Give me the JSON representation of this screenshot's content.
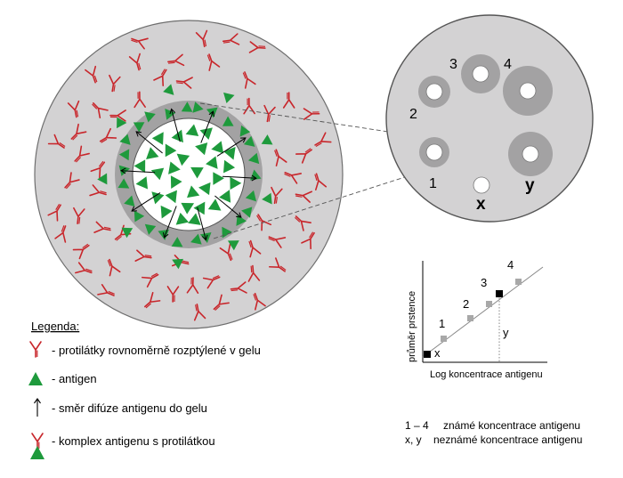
{
  "legend": {
    "title": "Legenda:",
    "items": [
      {
        "icon": "antibody-icon",
        "text": "protilátky rovnoměrně rozptýlené v gelu"
      },
      {
        "icon": "antigen-triangle-icon",
        "text": "antigen"
      },
      {
        "icon": "diffusion-arrow-icon",
        "text": "směr difúze antigenu do gelu"
      },
      {
        "icon": "antigen-antibody-complex-icon",
        "text": "komplex antigenu s protilátkou"
      }
    ]
  },
  "plate": {
    "well_labels": [
      "1",
      "2",
      "3",
      "4"
    ],
    "unknown_labels": [
      "x",
      "y"
    ]
  },
  "graph": {
    "xlabel": "Log koncentrace antigenu",
    "ylabel": "průměr prstence",
    "point_labels": [
      "1",
      "2",
      "3",
      "4"
    ],
    "unknown_labels": [
      "x",
      "y"
    ]
  },
  "footnote": {
    "known_key": "1 – 4",
    "known_text": "známé koncentrace antigenu",
    "unknown_key": "x, y",
    "unknown_text": "neznámé koncentrace antigenu"
  },
  "colors": {
    "antibody": "#c8262b",
    "antigen": "#1e9a3c",
    "gel": "#d3d2d3",
    "precipitate_ring": "#a3a2a3",
    "graph_known_point": "#a8a8a8",
    "graph_unknown_point": "#000000"
  }
}
